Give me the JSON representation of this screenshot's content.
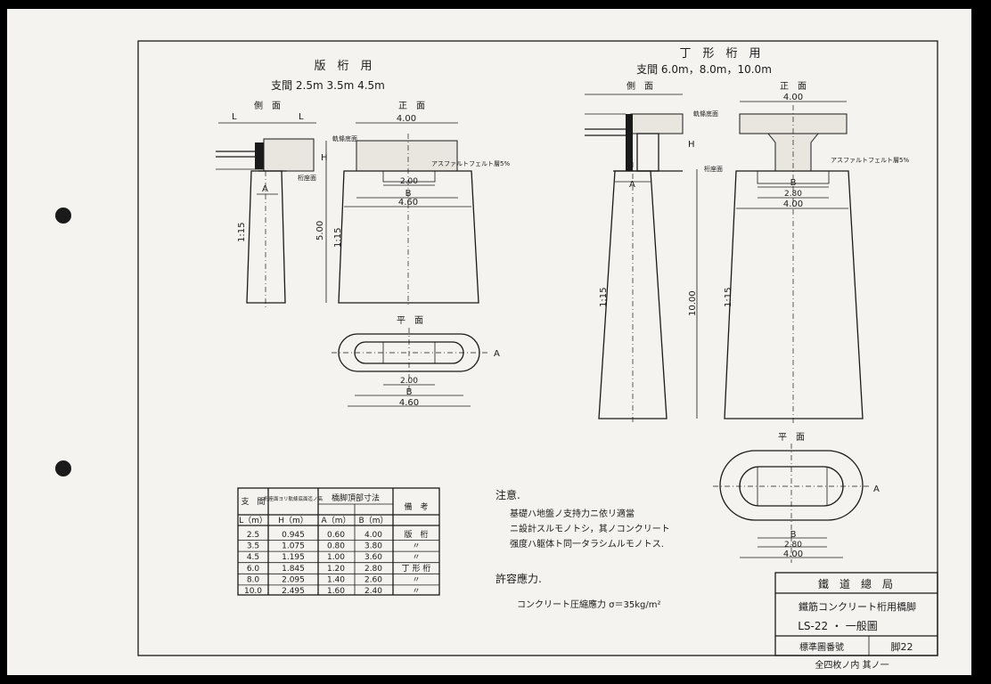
{
  "slab": {
    "title": "版　桁　用",
    "spans": "支間 2.5m 3.5m 4.5m",
    "side_view": "側　面",
    "front_view": "正　面",
    "plan_view": "平　面",
    "dim_top": "4.00",
    "dim_inner": "2.00",
    "dim_B": "B",
    "dim_bottom": "4.60",
    "dim_height": "5.00",
    "dim_slope": "1:15",
    "dim_A": "A",
    "dim_L": "L",
    "dim_H": "H",
    "rail_label": "軌條底面",
    "seat_label": "桁座面",
    "asphalt_label": "アスファルトフェルト層5%"
  },
  "tbeam": {
    "title": "丁　形　桁　用",
    "spans": "支間 6.0m，8.0m，10.0m",
    "side_view": "側　面",
    "front_view": "正　面",
    "plan_view": "平　面",
    "dim_top": "4.00",
    "dim_inner": "2.80",
    "dim_B": "B",
    "dim_bottom": "4.00",
    "dim_height": "10.00",
    "dim_slope": "1:15",
    "dim_A": "A",
    "dim_H": "H",
    "rail_label": "軌條底面",
    "seat_label": "桁座面",
    "asphalt_label": "アスファルトフェルト層5%"
  },
  "table": {
    "headers": [
      "支　間",
      "桁座面ヨリ軌條底面迄ノ高",
      "橋脚頂部寸法",
      "備　考"
    ],
    "subheaders": [
      "L（m）",
      "H（m）",
      "A（m）",
      "B（m）"
    ],
    "rows": [
      [
        "2.5",
        "0.945",
        "0.60",
        "4.00",
        "版　桁"
      ],
      [
        "3.5",
        "1.075",
        "0.80",
        "3.80",
        "〃"
      ],
      [
        "4.5",
        "1.195",
        "1.00",
        "3.60",
        "〃"
      ],
      [
        "6.0",
        "1.845",
        "1.20",
        "2.80",
        "丁 形 桁"
      ],
      [
        "8.0",
        "2.095",
        "1.40",
        "2.60",
        "〃"
      ],
      [
        "10.0",
        "2.495",
        "1.60",
        "2.40",
        "〃"
      ]
    ]
  },
  "notes": {
    "heading": "注意.",
    "lines": [
      "基礎ハ地盤ノ支持力ニ依リ適當",
      "ニ設計スルモノトシ，其ノコンクリート",
      "强度ハ躯体ト同一タラシムルモノトス."
    ],
    "stress_heading": "許容應力.",
    "stress_line": "コンクリート圧縮應力 σ＝35kg/m²"
  },
  "titleblock": {
    "org": "鐵　道　總　局",
    "name": "鐵筋コンクリート桁用橋脚",
    "code": "LS-22 ・ 一般圖",
    "std_label": "標準圖番號",
    "std_no": "脚22",
    "sheet": "全四枚ノ内 其ノ一"
  }
}
